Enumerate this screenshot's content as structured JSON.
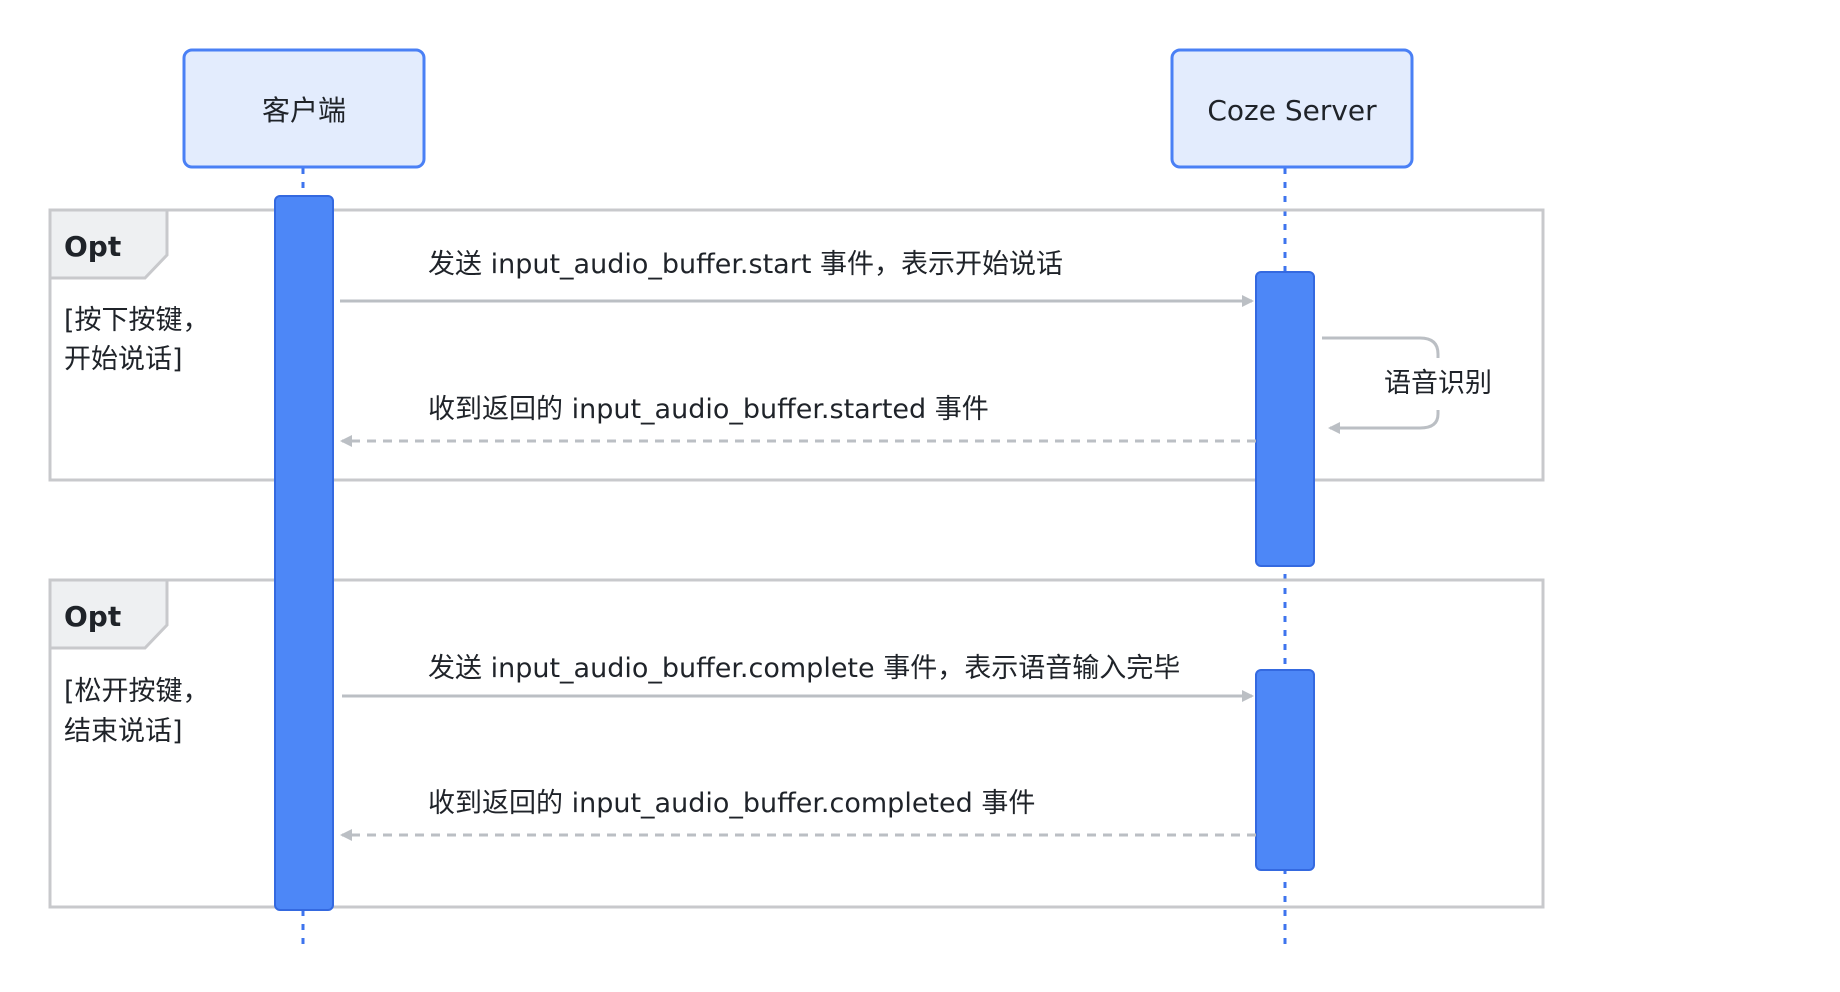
{
  "colors": {
    "participant_fill": "#e3ecfd",
    "participant_stroke": "#4a80f5",
    "lifeline": "#3e74ee",
    "activation_fill": "#4d87f7",
    "activation_stroke": "#3469e0",
    "frame_stroke": "#c8c9cc",
    "frame_tag_fill": "#eef0f2",
    "arrow": "#bbbfc4",
    "text": "#1f2329"
  },
  "participants": {
    "client": {
      "label": "客户端"
    },
    "server": {
      "label": "Coze Server"
    }
  },
  "frames": [
    {
      "tag": "Opt",
      "condition_line1": "[按下按键，",
      "condition_line2": "开始说话]"
    },
    {
      "tag": "Opt",
      "condition_line1": "[松开按键，",
      "condition_line2": "结束说话]"
    }
  ],
  "messages": [
    {
      "label": "发送 input_audio_buffer.start 事件，表示开始说话",
      "style": "solid",
      "direction": "client-to-server"
    },
    {
      "label": "语音识别",
      "style": "self",
      "direction": "server-self"
    },
    {
      "label": "收到返回的 input_audio_buffer.started 事件",
      "style": "dashed",
      "direction": "server-to-client"
    },
    {
      "label": "发送 input_audio_buffer.complete 事件，表示语音输入完毕",
      "style": "solid",
      "direction": "client-to-server"
    },
    {
      "label": "收到返回的 input_audio_buffer.completed 事件",
      "style": "dashed",
      "direction": "server-to-client"
    }
  ]
}
